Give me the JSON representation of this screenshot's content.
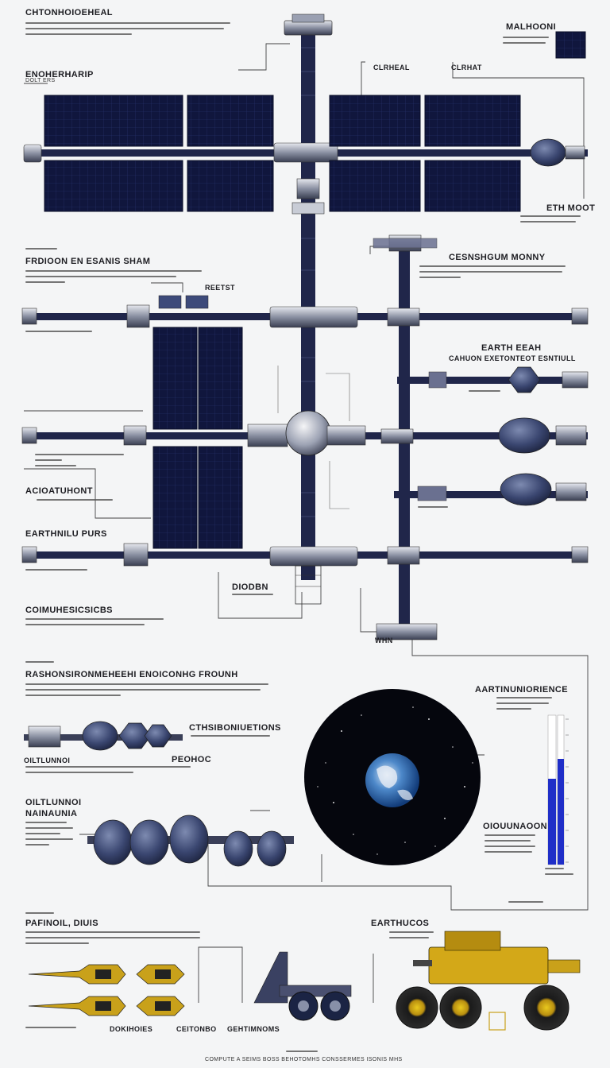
{
  "labels": {
    "top_left_title": "CHTONHOIOEHEAL",
    "top_right_title": "MALHOONI",
    "engineering": "ENOHERHARIP",
    "top_caption_a": "CLRHEAL",
    "top_caption_b": "CLRHAT",
    "left_small_a": "DOLT ERS",
    "eth_moot": "ETH MOOT",
    "frdioon": "FRDIOON EN ESANIS SHAM",
    "reetst": "REETST",
    "cesnshgum": "CESNSHGUM MONNY",
    "earth_eeah": "EARTH EEAH",
    "cahuon": "CAHUON EXETONTEOT ESNTIULL",
    "acioatuhont": "ACIOATUHONT",
    "earthnilu_purs": "EARTHNILU PURS",
    "diodbn": "DIODBN",
    "coimuhesicsicbs": "COIMUHESICSICBS",
    "whn": "WHN",
    "rashons": "RASHONSIRONMEHEEHI ENOICONHG FROUNH",
    "aartinunioience": "AARTINUNIORIENCE",
    "cthsibonetions": "CTHSIBONIUETIONS",
    "peohoc": "PEOHOC",
    "oiltunno_a": "OILTLUNNOI",
    "nainuninn": "NAINAUNIA",
    "oiouunaoon": "OIOUUNAOON",
    "pafinoil_diuis": "PAFINOIL, DIUIS",
    "earthucos": "EARTHUCOS",
    "dokihoies": "DOKIHOIES",
    "ceitonbo": "CEITONBO",
    "gehtimnoms": "GEHTIMNOMS",
    "footer": "COMPUTE A SEIMS BOSS BEHOTOMHS CONSSERMES ISONIS MHS"
  },
  "icons": {
    "earth": "earth-globe-icon",
    "rover": "planetary-rover-icon",
    "gauge": "bar-gauge-icon"
  },
  "colors": {
    "panel": "#10163d",
    "truss": "#2a2f55",
    "module": "#3e4a6e",
    "background": "#f4f5f6",
    "gauge": "#1f2ec8",
    "rover": "#d3a818"
  }
}
